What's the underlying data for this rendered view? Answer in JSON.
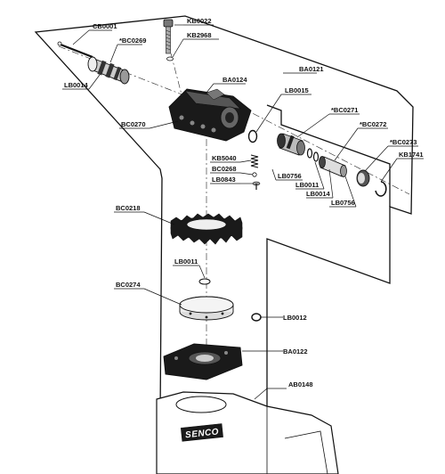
{
  "brand_mark": "SENCO",
  "labels": {
    "CB0001": "CB0001",
    "BC0269": "*BC0269",
    "KB0022": "KB0022",
    "KB2968": "KB2968",
    "BA0121": "BA0121",
    "LB0014_a": "LB0014",
    "BA0124": "BA0124",
    "LB0015": "LB0015",
    "BC0271": "*BC0271",
    "BC0272": "*BC0272",
    "BC0270": "BC0270",
    "BC0273": "*BC0273",
    "KB1741": "KB1741",
    "KB5040": "KB5040",
    "BC0268": "BC0268",
    "LB0843": "LB0843",
    "LB0756_a": "LB0756",
    "LB0011_a": "LB0011",
    "LB0014_b": "LB0014",
    "LB0756_b": "LB0756",
    "BC0218": "BC0218",
    "LB0011_b": "LB0011",
    "BC0274": "BC0274",
    "LB0012": "LB0012",
    "BA0122": "BA0122",
    "AB0148": "AB0148"
  }
}
